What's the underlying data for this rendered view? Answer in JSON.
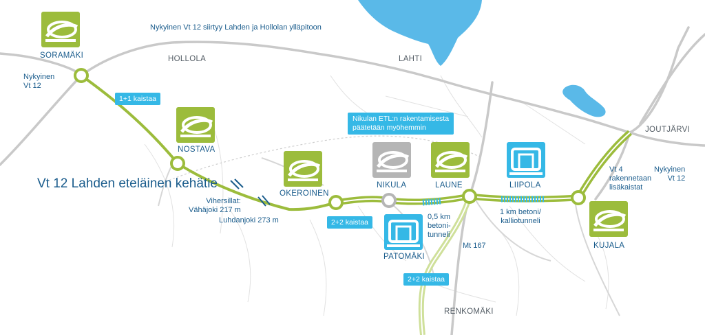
{
  "title": "Vt 12 Lahden eteläinen kehätie",
  "note_top": "Nykyinen Vt 12 siirtyy Lahden ja Hollolan ylläpitoon",
  "areas": {
    "hollola": "HOLLOLA",
    "lahti": "LAHTI",
    "joutjarvi": "JOUTJÄRVI",
    "renkomaki": "RENKOMÄKI"
  },
  "interchanges": {
    "soramaki": "SORAMÄKI",
    "nostava": "NOSTAVA",
    "okeroinen": "OKEROINEN",
    "nikula": "NIKULA",
    "laune": "LAUNE",
    "liipola": "LIIPOLA",
    "kujala": "KUJALA",
    "patomaki": "PATOMÄKI"
  },
  "labels": {
    "current_vt12_west": "Nykyinen\nVt 12",
    "current_vt12_east": "Nykyinen\nVt 12",
    "bridges": "Vihersillat:\nVähäjoki 217 m",
    "luhdanjoki": "Luhdanjoki 273 m",
    "tunnel_short": "0,5 km\nbetoni-\ntunneli",
    "tunnel_long": "1 km betoni/\nkalliotunneli",
    "mt167": "Mt 167",
    "vt4": "Vt 4\nrakennetaan\nlisäkaistat"
  },
  "badges": {
    "lanes_1plus1": "1+1 kaistaa",
    "lanes_2plus2_main": "2+2 kaistaa",
    "lanes_2plus2_south": "2+2 kaistaa",
    "nikula_note": "Nikulan ETL:n rakentamisesta\npäätetään myöhemmin"
  },
  "colors": {
    "route_green": "#9cbc3c",
    "route_light_green": "#cfe09a",
    "water": "#5ab9e8",
    "roads": "#c9c9c9",
    "tunnel_blue": "#35b8e6",
    "text_blue": "#1a5c8c",
    "icon_gray": "#b5b5b5"
  },
  "icons": [
    "interchange-icon",
    "tunnel-icon"
  ]
}
